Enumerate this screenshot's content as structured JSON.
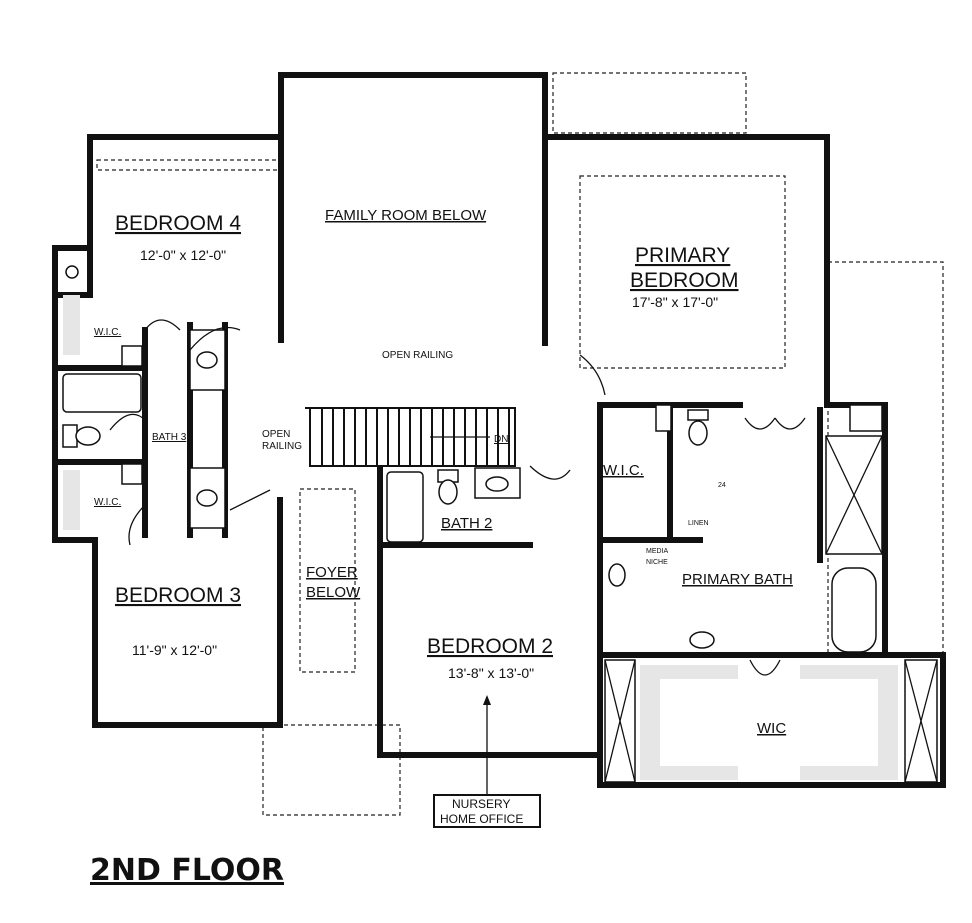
{
  "floor_title": "2ND FLOOR",
  "rooms": {
    "bedroom4": {
      "name": "BEDROOM 4",
      "dims": "12'-0\" x 12'-0\""
    },
    "family_room": {
      "name": "FAMILY ROOM BELOW"
    },
    "primary_bedroom": {
      "name_line1": "PRIMARY",
      "name_line2": "BEDROOM",
      "dims": "17'-8\" x 17'-0\""
    },
    "bedroom3": {
      "name": "BEDROOM 3",
      "dims": "11'-9\" x 12'-0\""
    },
    "foyer": {
      "name_line1": "FOYER",
      "name_line2": "BELOW"
    },
    "bedroom2": {
      "name": "BEDROOM 2",
      "dims": "13'-8\" x 13'-0\""
    },
    "bath2": {
      "name": "BATH 2"
    },
    "bath3": {
      "name": "BATH 3"
    },
    "primary_bath": {
      "name": "PRIMARY BATH"
    },
    "wic_main": {
      "name": "WIC"
    },
    "wic_primary": {
      "name": "W.I.C."
    },
    "wic_bed4": {
      "name": "W.I.C."
    },
    "wic_bed3": {
      "name": "W.I.C."
    }
  },
  "annotations": {
    "open_railing_top": "OPEN RAILING",
    "open_railing_side_1": "OPEN",
    "open_railing_side_2": "RAILING",
    "stair_dn": "DN",
    "linen": "LINEN",
    "media_niche_1": "MEDIA",
    "media_niche_2": "NICHE",
    "nursery_1": "NURSERY",
    "nursery_2": "HOME OFFICE",
    "dim_24": "24"
  }
}
